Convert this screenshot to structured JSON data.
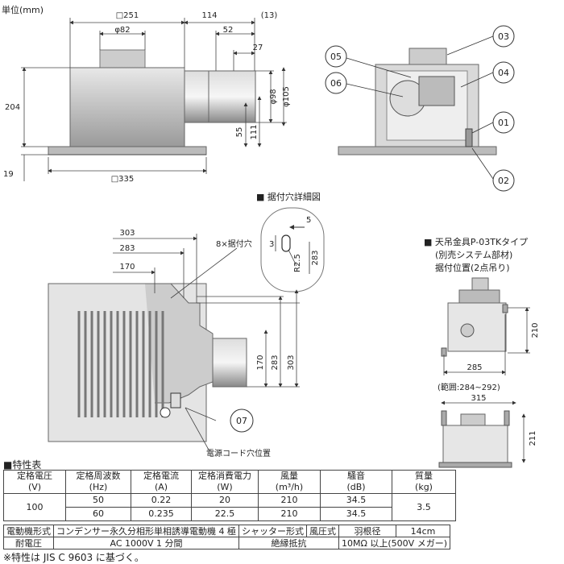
{
  "unit_label": "単位(mm)",
  "top_view": {
    "dims": {
      "width_total": "□251",
      "duct_dia_top": "φ82",
      "offset_114": "114",
      "offset_13": "(13)",
      "d52": "52",
      "d27": "27",
      "d98": "φ98",
      "d105": "φ105",
      "h204": "204",
      "h55": "55",
      "h111": "111",
      "h19": "19",
      "panel_335": "□335"
    }
  },
  "parts": [
    "01",
    "02",
    "03",
    "04",
    "05",
    "06",
    "07"
  ],
  "hole_detail": {
    "title": "■ 据付穴詳細図",
    "d5": "5",
    "d3": "3",
    "r": "R2.5",
    "d283": "283"
  },
  "plan_view": {
    "d303": "303",
    "d283": "283",
    "d170": "170",
    "holes_label": "8×据付穴",
    "v170": "170",
    "v283": "283",
    "v303": "303",
    "cord_label": "電源コード穴位置"
  },
  "hanger": {
    "title_line1": "■ 天吊金具P-03TKタイプ",
    "title_line2": "(別売システム部材)",
    "title_line3": "据付位置(2点吊り)",
    "d210": "210",
    "d285": "285",
    "range": "(範囲:284~292)",
    "d315": "315",
    "d211": "211"
  },
  "specs": {
    "title": "■特性表",
    "headers": [
      [
        "定格電圧",
        "(V)"
      ],
      [
        "定格周波数",
        "(Hz)"
      ],
      [
        "定格電流",
        "(A)"
      ],
      [
        "定格消費電力",
        "(W)"
      ],
      [
        "風量",
        "(m³/h)"
      ],
      [
        "騒音",
        "(dB)"
      ],
      [
        "質量",
        "(kg)"
      ]
    ],
    "voltage": "100",
    "rows": [
      [
        "50",
        "0.22",
        "20",
        "210",
        "34.5"
      ],
      [
        "60",
        "0.235",
        "22.5",
        "210",
        "34.5"
      ]
    ],
    "mass": "3.5",
    "row2": {
      "motor_label": "電動機形式",
      "motor_value": "コンデンサー永久分相形単相誘導電動機 4 極",
      "shutter_label": "シャッター形式",
      "shutter_value": "風圧式",
      "blade_label": "羽根径",
      "blade_value": "14cm"
    },
    "row3": {
      "withstand_label": "耐電圧",
      "withstand_value": "AC 1000V 1 分間",
      "insulation_label": "絶縁抵抗",
      "insulation_value": "10MΩ 以上(500V メガー)"
    },
    "note": "※特性は JIS C 9603 に基づく。"
  }
}
